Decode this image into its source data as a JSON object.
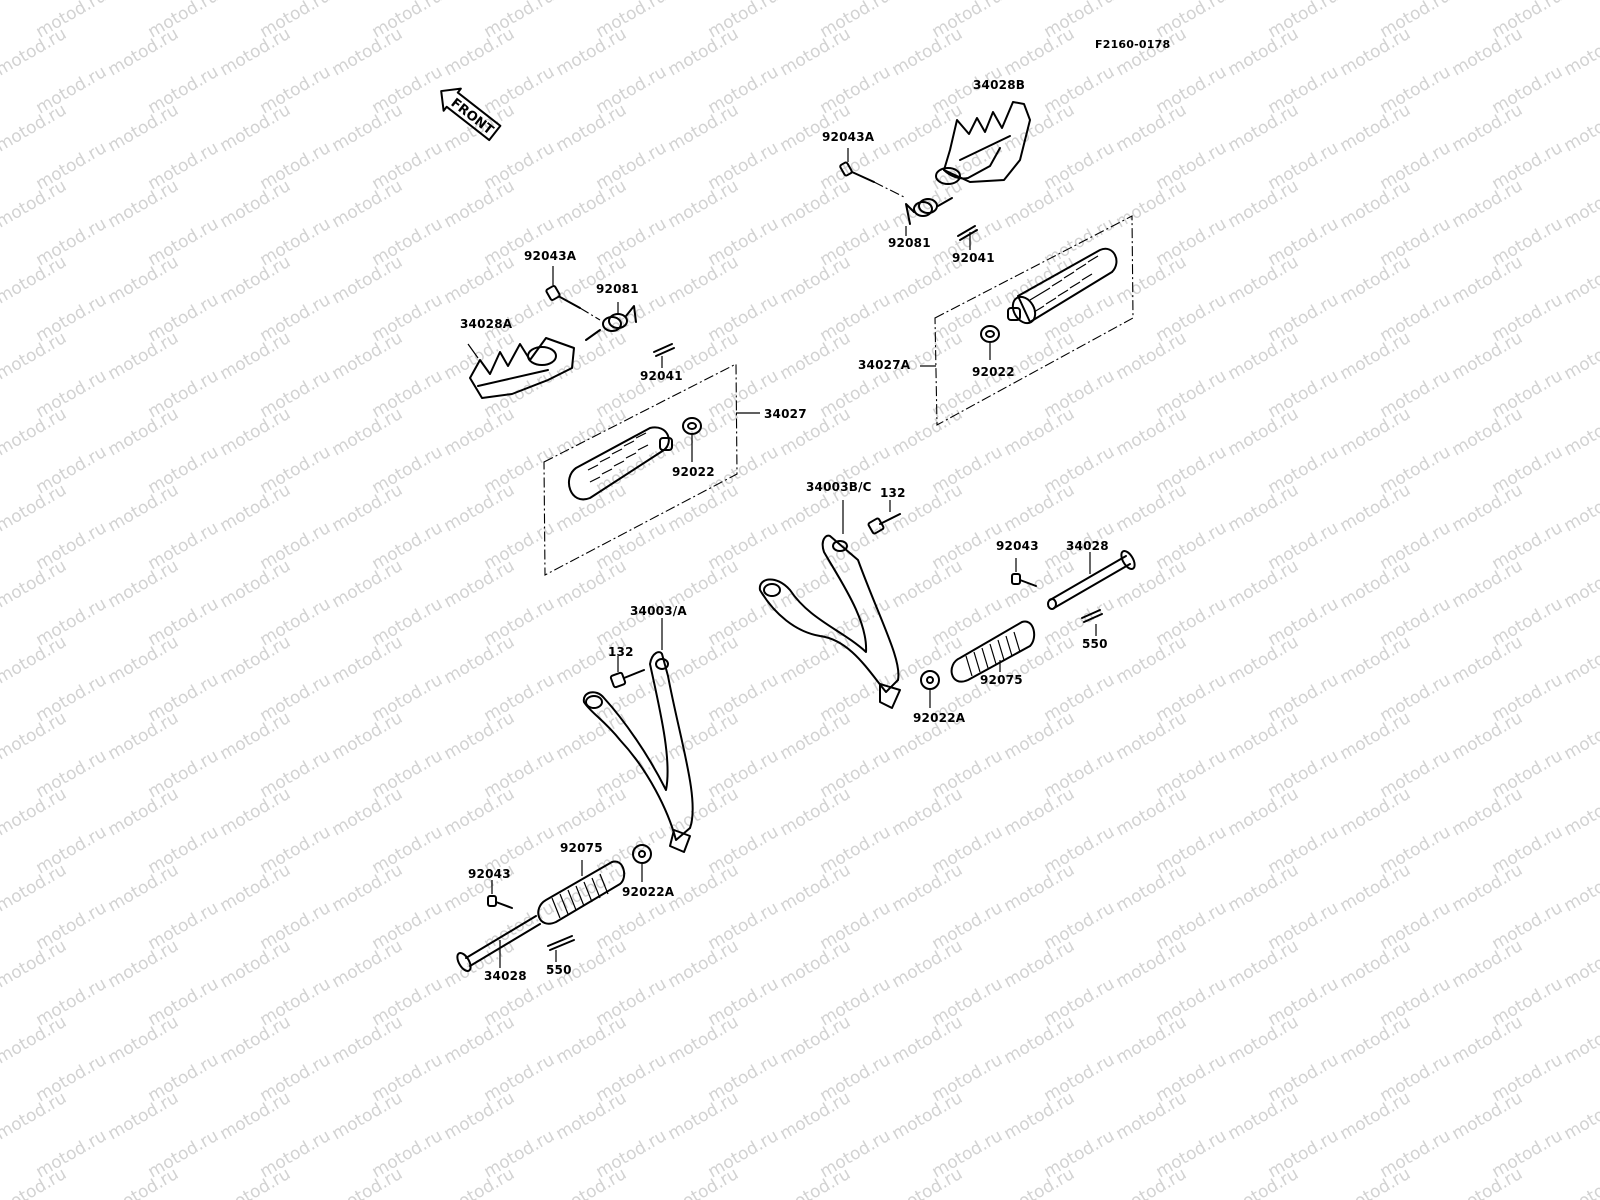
{
  "header": {
    "figure_code": "F2160-0178"
  },
  "front_arrow": {
    "label": "FRONT"
  },
  "watermark": {
    "text": "motod.ru",
    "color": "#d2d2d2"
  },
  "labels": {
    "l_34028b": "34028B",
    "l_92043a_top": "92043A",
    "l_92081_top": "92081",
    "l_92041_top": "92041",
    "l_92043a_left": "92043A",
    "l_92081_left": "92081",
    "l_34028a": "34028A",
    "l_92041_left": "92041",
    "l_34027": "34027",
    "l_92022_left": "92022",
    "l_34027a": "34027A",
    "l_92022_right": "92022",
    "l_34003bc": "34003B/C",
    "l_132_right": "132",
    "l_92043_right": "92043",
    "l_34028_right": "34028",
    "l_550_right": "550",
    "l_92075_right": "92075",
    "l_92022a_right": "92022A",
    "l_34003a": "34003/A",
    "l_132_left": "132",
    "l_92075_left": "92075",
    "l_92043_left": "92043",
    "l_92022a_left": "92022A",
    "l_34028_left": "34028",
    "l_550_left": "550"
  }
}
